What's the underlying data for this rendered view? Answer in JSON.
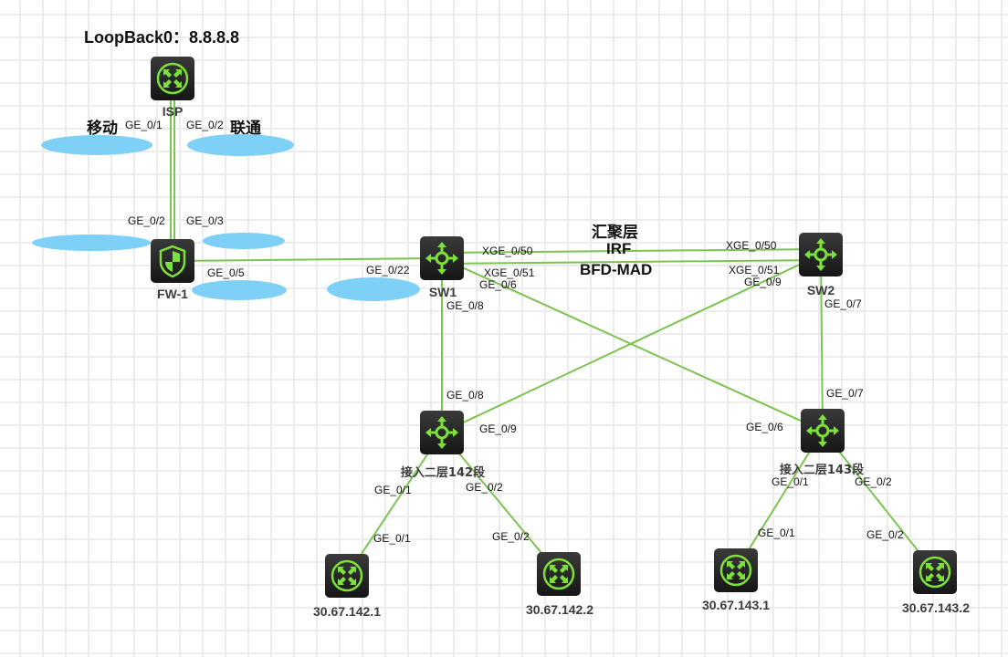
{
  "colors": {
    "link": "#7cc352",
    "icon_green": "#7ee03a",
    "redaction": "#7fd0f7"
  },
  "annotations": {
    "loopback": "LoopBack0：8.8.8.8",
    "isp_left": "移动",
    "isp_right": "联通",
    "aggregation_layer": "汇聚层",
    "irf": "IRF",
    "bfd_mad": "BFD-MAD"
  },
  "nodes": {
    "isp": {
      "label": "ISP",
      "type": "router"
    },
    "fw1": {
      "label": "FW-1",
      "type": "firewall"
    },
    "sw1": {
      "label": "SW1",
      "type": "switch"
    },
    "sw2": {
      "label": "SW2",
      "type": "switch"
    },
    "acc142": {
      "label": "接入二层142段",
      "type": "switch"
    },
    "acc143": {
      "label": "接入二层143段",
      "type": "switch"
    },
    "h1421": {
      "label": "30.67.142.1",
      "type": "router"
    },
    "h1422": {
      "label": "30.67.142.2",
      "type": "router"
    },
    "h1431": {
      "label": "30.67.143.1",
      "type": "router"
    },
    "h1432": {
      "label": "30.67.143.2",
      "type": "router"
    }
  },
  "links": [
    {
      "from": "isp",
      "to": "fw1",
      "from_port": "GE_0/1",
      "to_port": "GE_0/2"
    },
    {
      "from": "isp",
      "to": "fw1",
      "from_port": "GE_0/2",
      "to_port": "GE_0/3"
    },
    {
      "from": "fw1",
      "to": "sw1",
      "from_port": "GE_0/5",
      "to_port": "GE_0/22"
    },
    {
      "from": "sw1",
      "to": "sw2",
      "from_port": "XGE_0/50",
      "to_port": "XGE_0/50"
    },
    {
      "from": "sw1",
      "to": "sw2",
      "from_port": "XGE_0/51",
      "to_port": "XGE_0/51"
    },
    {
      "from": "sw1",
      "to": "acc142",
      "from_port": "GE_0/8",
      "to_port": "GE_0/8"
    },
    {
      "from": "sw1",
      "to": "acc143",
      "from_port": "GE_0/6",
      "to_port": "GE_0/6"
    },
    {
      "from": "sw2",
      "to": "acc142",
      "from_port": "GE_0/9",
      "to_port": "GE_0/9"
    },
    {
      "from": "sw2",
      "to": "acc143",
      "from_port": "GE_0/7",
      "to_port": "GE_0/7"
    },
    {
      "from": "acc142",
      "to": "h1421",
      "from_port": "GE_0/1",
      "to_port": "GE_0/1"
    },
    {
      "from": "acc142",
      "to": "h1422",
      "from_port": "GE_0/2",
      "to_port": "GE_0/2"
    },
    {
      "from": "acc143",
      "to": "h1431",
      "from_port": "GE_0/1",
      "to_port": "GE_0/1"
    },
    {
      "from": "acc143",
      "to": "h1432",
      "from_port": "GE_0/2",
      "to_port": "GE_0/2"
    }
  ]
}
